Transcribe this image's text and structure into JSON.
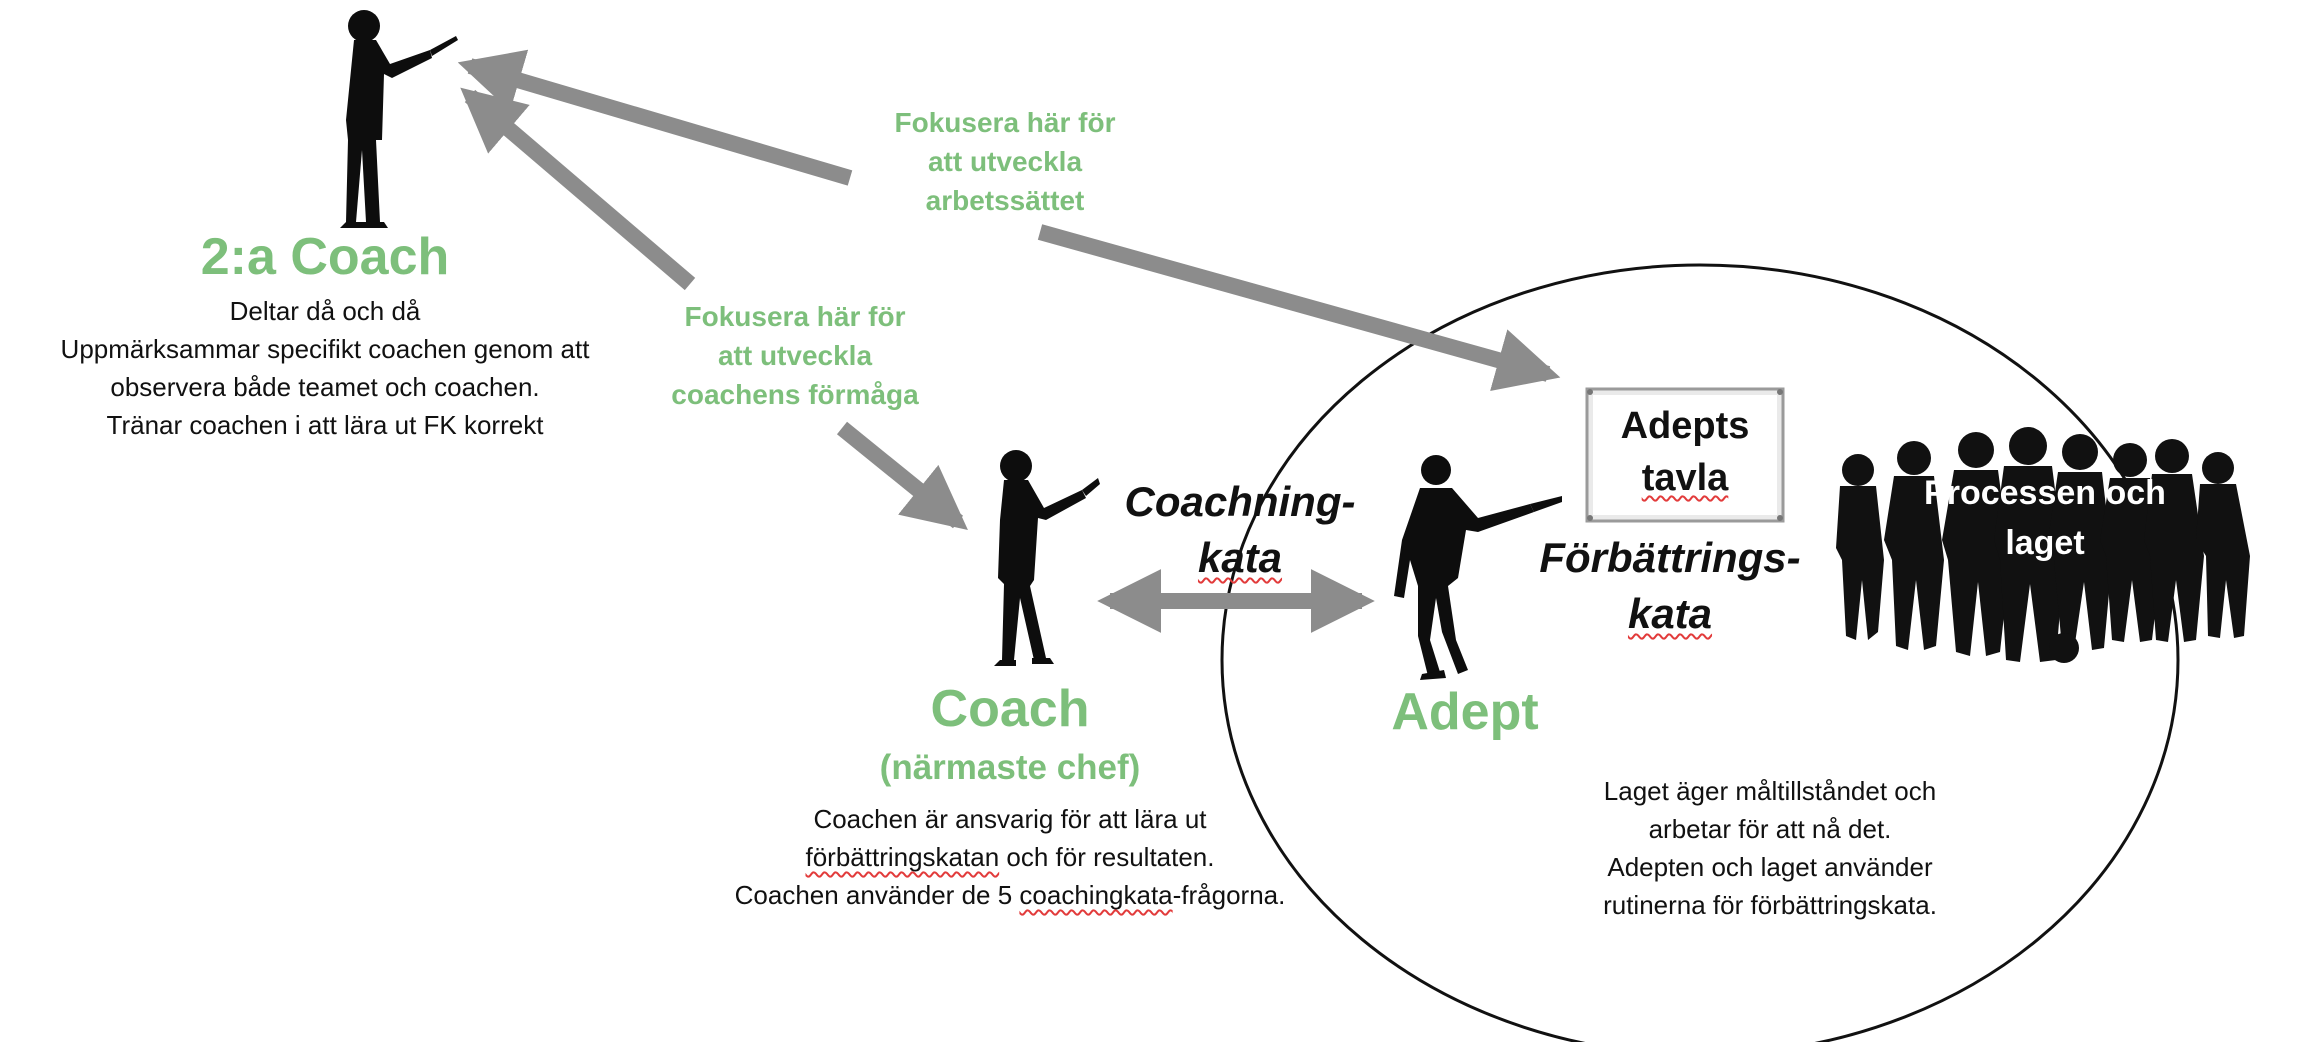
{
  "second_coach": {
    "title": "2:a Coach",
    "desc": [
      "Deltar då och då",
      "Uppmärksammar specifikt coachen genom att",
      "observera både teamet och coachen.",
      "Tränar coachen i att lära ut FK korrekt"
    ]
  },
  "focus_method": [
    "Fokusera här för",
    "att utveckla",
    "arbetssättet"
  ],
  "focus_coach": [
    "Fokusera här för",
    "att utveckla",
    "coachens förmåga"
  ],
  "coach": {
    "title": "Coach",
    "subtitle": "(närmaste chef)",
    "desc_1": "Coachen är ansvarig för att lära ut",
    "desc_2_a": "förbättringskatan",
    "desc_2_b": " och för resultaten.",
    "desc_3_a": "Coachen använder de 5 ",
    "desc_3_b": "coachingkata",
    "desc_3_c": "-frågorna."
  },
  "coaching_kata": {
    "line1": "Coachning-",
    "line2": "kata"
  },
  "adept": {
    "title": "Adept"
  },
  "board": {
    "line1": "Adepts",
    "line2": "tavla"
  },
  "improvement_kata": {
    "line1": "Förbättrings-",
    "line2": "kata"
  },
  "team_label": {
    "line1": "Processen och",
    "line2": "laget"
  },
  "team_desc": [
    "Laget äger måltillståndet och",
    "arbetar för att nå det.",
    "Adepten och laget använder",
    "rutinerna för förbättringskata."
  ],
  "colors": {
    "accent_green": "#7dbf7b",
    "arrow_gray": "#8c8c8c",
    "silhouette": "#0d0d0d"
  }
}
